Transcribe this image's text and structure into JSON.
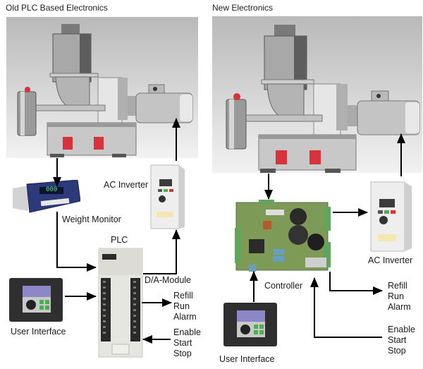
{
  "left_panel": {
    "title": "Old PLC Based Electronics",
    "labels": {
      "ac_inverter": "AC Inverter",
      "weight_monitor": "Weight Monitor",
      "plc": "PLC",
      "da_module": "D/A-Module",
      "user_interface": "User Interface",
      "outputs": [
        "Refill",
        "Run",
        "Alarm"
      ],
      "inputs": [
        "Enable",
        "Start",
        "Stop"
      ]
    },
    "weight_display": "000"
  },
  "right_panel": {
    "title": "New Electronics",
    "labels": {
      "ac_inverter": "AC Inverter",
      "controller": "Controller",
      "user_interface": "User Interface",
      "outputs": [
        "Refill",
        "Run",
        "Alarm"
      ],
      "inputs": [
        "Enable",
        "Start",
        "Stop"
      ]
    }
  },
  "colors": {
    "arrow": "#000000",
    "feeder_red": "#d8333a",
    "monitor_blue": "#2c3a7a",
    "board_green": "#7d9a57"
  }
}
